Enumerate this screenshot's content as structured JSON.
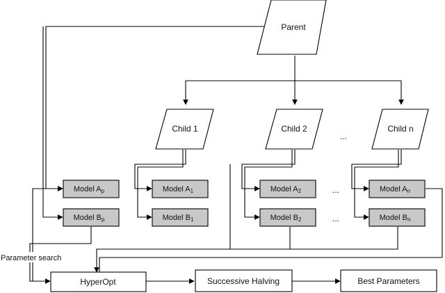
{
  "parent": {
    "label": "Parent"
  },
  "children": [
    {
      "label": "Child 1"
    },
    {
      "label": "Child 2"
    },
    {
      "label": "Child n"
    }
  ],
  "children_ellipsis": "...",
  "models": {
    "parent_a": {
      "text": "Model A",
      "sub": "p"
    },
    "parent_b": {
      "text": "Model B",
      "sub": "p"
    },
    "child1_a": {
      "text": "Model A",
      "sub": "1"
    },
    "child1_b": {
      "text": "Model B",
      "sub": "1"
    },
    "child2_a": {
      "text": "Model A",
      "sub": "2"
    },
    "child2_b": {
      "text": "Model B",
      "sub": "2"
    },
    "childn_a": {
      "text": "Model A",
      "sub": "n"
    },
    "childn_b": {
      "text": "Model B",
      "sub": "n"
    }
  },
  "model_ellipsis": "...",
  "parameter_search_label": "Parameter search",
  "pipeline": {
    "hyperopt": "HyperOpt",
    "successive_halving": "Successive Halving",
    "best_parameters": "Best Parameters"
  }
}
